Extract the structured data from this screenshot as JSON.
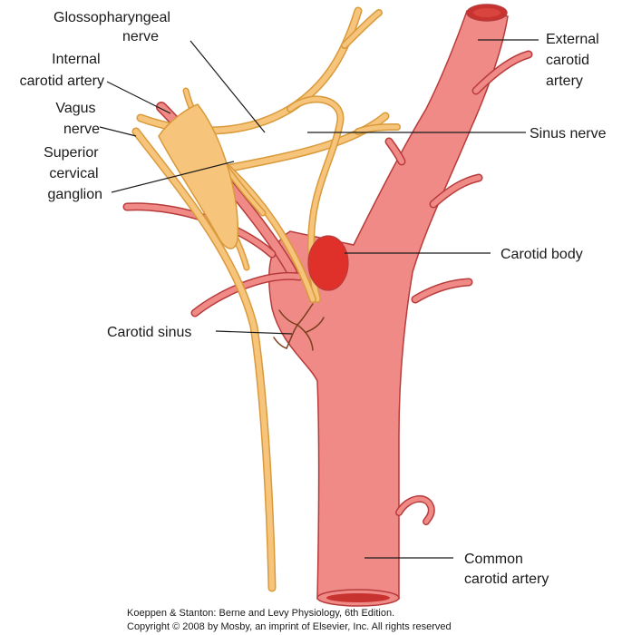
{
  "labels": {
    "glossopharyngeal": [
      "Glossopharyngeal",
      "nerve"
    ],
    "internal_carotid": [
      "Internal",
      "carotid artery"
    ],
    "vagus": [
      "Vagus",
      "nerve"
    ],
    "ganglion": [
      "Superior",
      "cervical",
      "ganglion"
    ],
    "carotid_sinus": "Carotid sinus",
    "external_carotid": [
      "External",
      "carotid",
      "artery"
    ],
    "sinus_nerve": "Sinus nerve",
    "carotid_body": "Carotid body",
    "common_carotid": [
      "Common",
      "carotid artery"
    ]
  },
  "credit": {
    "line1": "Koeppen & Stanton: Berne and Levy Physiology, 6th Edition.",
    "line2": "Copyright © 2008 by Mosby, an imprint of Elsevier, Inc. All rights reserved"
  },
  "colors": {
    "artery_fill": "#ef8a86",
    "artery_outline": "#b83b3b",
    "artery_lumen": "#c8322f",
    "nerve": "#f6c47a",
    "nerve_outline": "#d99a3c",
    "carotid_body": "#e0302a",
    "sinus_nerve_endings": "#7a3f1d",
    "leader_line": "#1a1a1a"
  }
}
